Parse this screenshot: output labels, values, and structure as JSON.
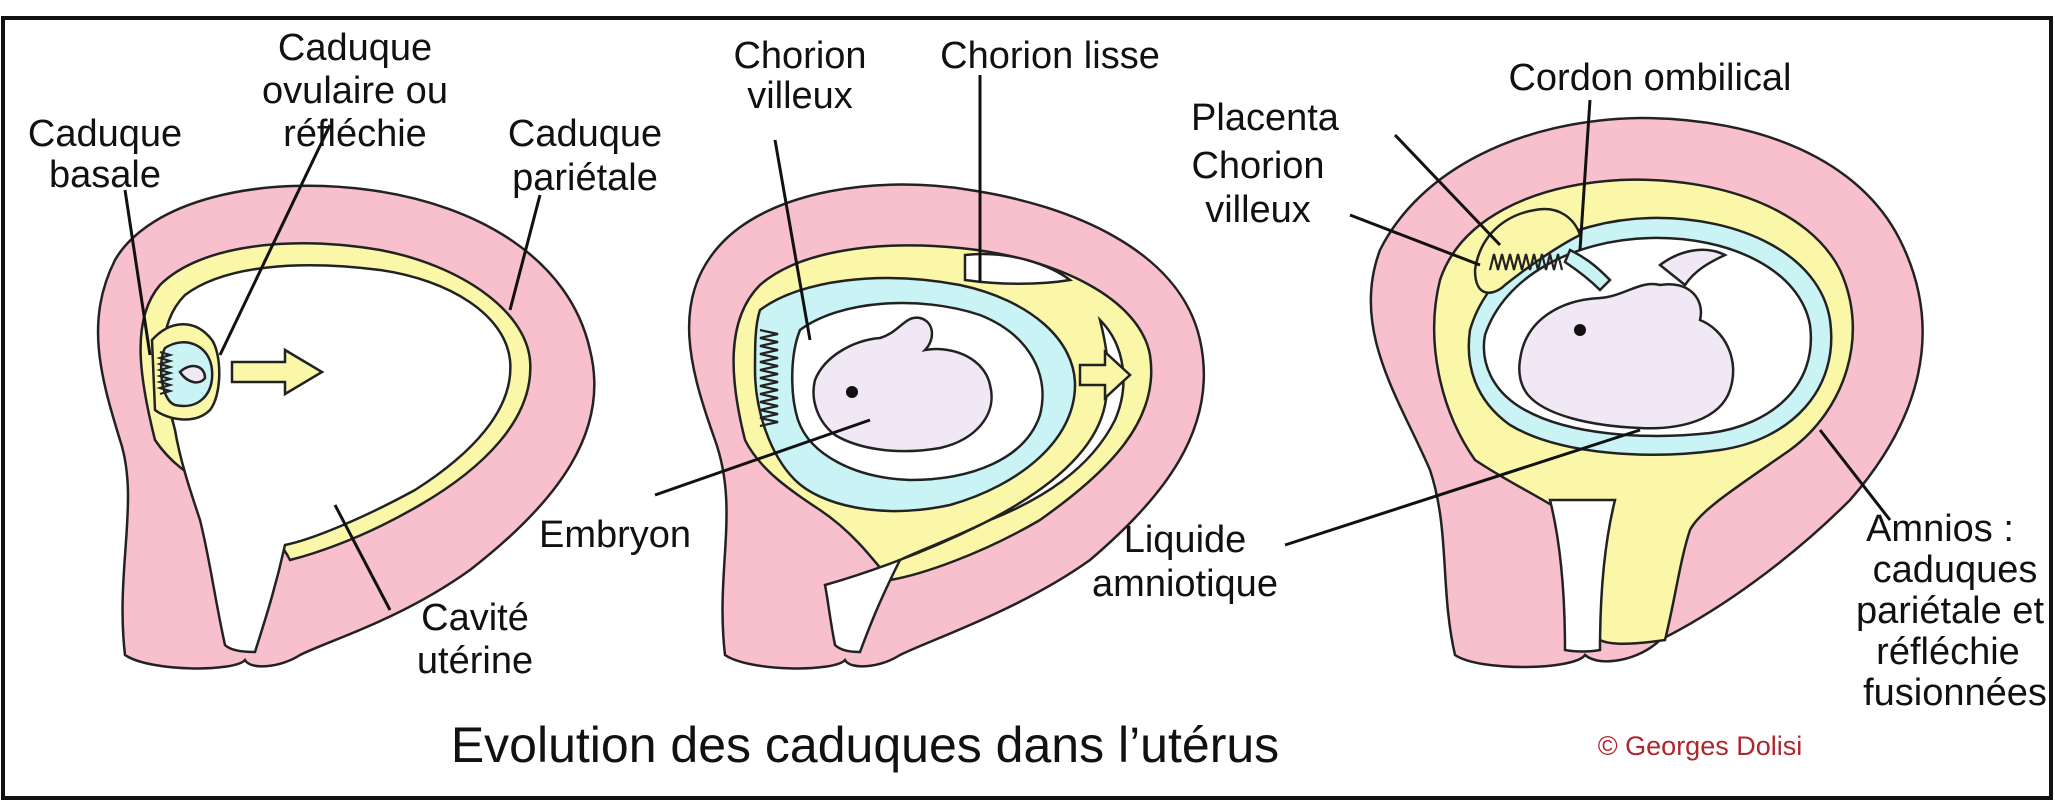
{
  "header_fragment": "",
  "title": "Evolution des caduques dans l’utérus",
  "copyright": "© Georges Dolisi",
  "colors": {
    "uterine_wall": "#f7c0cc",
    "decidua": "#fbf7a8",
    "chorion": "#c9f3f5",
    "embryo": "#f1e8f5",
    "copyright_text": "#b0252b",
    "frame": "#111111"
  },
  "stage1": {
    "caduque_ovulaire": [
      "Caduque",
      "ovulaire ou",
      "réfléchie"
    ],
    "caduque_basale": [
      "Caduque",
      "basale"
    ],
    "caduque_parietale": [
      "Caduque",
      "pariétale"
    ],
    "cavite_uterine": [
      "Cavité",
      "utérine"
    ]
  },
  "stage2": {
    "chorion_villeux": [
      "Chorion",
      "villeux"
    ],
    "chorion_lisse": "Chorion lisse",
    "embryon": "Embryon"
  },
  "stage3": {
    "cordon_ombilical": "Cordon ombilical",
    "placenta": "Placenta",
    "chorion_villeux": [
      "Chorion",
      "villeux"
    ],
    "liquide_amniotique": [
      "Liquide",
      "amniotique"
    ],
    "amnios": [
      "Amnios :",
      "caduques",
      "pariétale et",
      "réfléchie",
      "fusionnées"
    ]
  }
}
